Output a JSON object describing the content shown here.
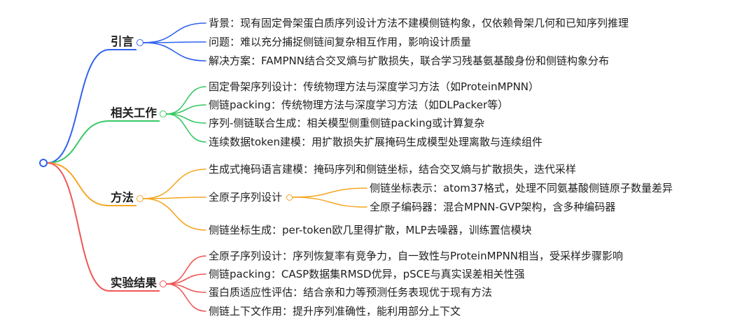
{
  "colors": {
    "intro": "#2f63f0",
    "related": "#37c864",
    "method": "#f5a623",
    "results": "#ef5757",
    "root": "#2f63f0",
    "text": "#1f1f1f"
  },
  "branches": [
    {
      "id": "intro",
      "label": "引言",
      "children": [
        {
          "label": "背景：现有固定骨架蛋白质序列设计方法不建模侧链构象，仅依赖骨架几何和已知序列推理"
        },
        {
          "label": "问题：难以充分捕捉侧链间复杂相互作用，影响设计质量"
        },
        {
          "label": "解决方案：FAMPNN结合交叉熵与扩散损失，联合学习残基氨基酸身份和侧链构象分布"
        }
      ]
    },
    {
      "id": "related",
      "label": "相关工作",
      "children": [
        {
          "label": "固定骨架序列设计：传统物理方法与深度学习方法（如ProteinMPNN）"
        },
        {
          "label": "侧链packing：传统物理方法与深度学习方法（如DLPacker等）"
        },
        {
          "label": "序列-侧链联合生成：相关模型侧重侧链packing或计算复杂"
        },
        {
          "label": "连续数据token建模：用扩散损失扩展掩码生成模型处理离散与连续组件"
        }
      ]
    },
    {
      "id": "method",
      "label": "方法",
      "children": [
        {
          "label": "生成式掩码语言建模：掩码序列和侧链坐标，结合交叉熵与扩散损失，迭代采样"
        },
        {
          "label": "全原子序列设计",
          "children": [
            {
              "label": "侧链坐标表示：atom37格式，处理不同氨基酸侧链原子数量差异"
            },
            {
              "label": "全原子编码器：混合MPNN-GVP架构，含多种编码器"
            }
          ]
        },
        {
          "label": "侧链坐标生成：per-token欧几里得扩散，MLP去噪器，训练置信模块"
        }
      ]
    },
    {
      "id": "results",
      "label": "实验结果",
      "children": [
        {
          "label": "全原子序列设计：序列恢复率有竞争力，自一致性与ProteinMPNN相当，受采样步骤影响"
        },
        {
          "label": "侧链packing：CASP数据集RMSD优异，pSCE与真实误差相关性强"
        },
        {
          "label": "蛋白质适应性评估：结合亲和力等预测任务表现优于现有方法"
        },
        {
          "label": "侧链上下文作用：提升序列准确性，能利用部分上下文"
        }
      ]
    }
  ]
}
